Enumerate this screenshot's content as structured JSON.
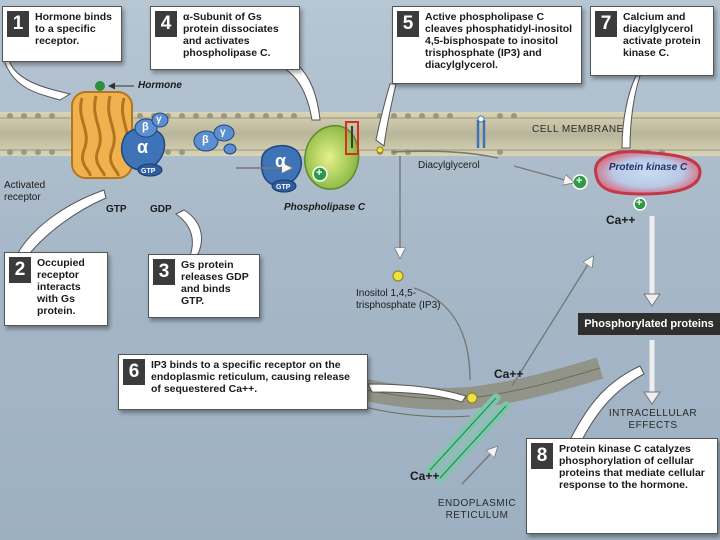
{
  "steps": [
    {
      "num": "1",
      "text": "Hormone binds to a specific receptor."
    },
    {
      "num": "2",
      "text": "Occupied receptor interacts with Gs protein."
    },
    {
      "num": "3",
      "text": "Gs protein releases GDP and binds GTP."
    },
    {
      "num": "4",
      "text": "α-Subunit of Gs protein dissociates and activates phospholipase C."
    },
    {
      "num": "5",
      "text": "Active phospholipase C cleaves phosphatidyl-inositol 4,5-bisphospate to inositol trisphosphate (IP3) and diacylglycerol."
    },
    {
      "num": "6",
      "text": "IP3 binds to a specific receptor on the endoplasmic reticulum, causing release of sequestered Ca++."
    },
    {
      "num": "7",
      "text": "Calcium and diacylglycerol activate protein kinase C."
    },
    {
      "num": "8",
      "text": "Protein kinase C catalyzes phosphorylation of cellular proteins that mediate cellular response to the hormone."
    }
  ],
  "labels": {
    "hormone": "Hormone",
    "activated_receptor": "Activated receptor",
    "gtp_left": "GTP",
    "gdp": "GDP",
    "gtp_small": "GTP",
    "alpha": "α",
    "beta": "β",
    "gamma": "γ",
    "phospholipase_c": "Phospholipase C",
    "cell_membrane": "CELL MEMBRANE",
    "diacylglycerol": "Diacylglycerol",
    "ip3": "Inositol 1,4,5-trisphosphate (IP3)",
    "protein_kinase_c": "Protein kinase C",
    "ca_1": "Ca++",
    "ca_2": "Ca++",
    "ca_3": "Ca++",
    "phosphorylated_proteins": "Phosphorylated proteins",
    "intracellular_effects": "INTRACELLULAR EFFECTS",
    "endoplasmic_reticulum": "ENDOPLASMIC RETICULUM",
    "plus": "+"
  },
  "colors": {
    "membrane": "#c8c4a8",
    "receptor": "#e8a640",
    "g_protein": "#3f73b8",
    "phospholipase": "#b5d35a",
    "pkc": "#e05a6a",
    "plus_green": "#2f9a46",
    "box_number": "#3b3b3b"
  }
}
